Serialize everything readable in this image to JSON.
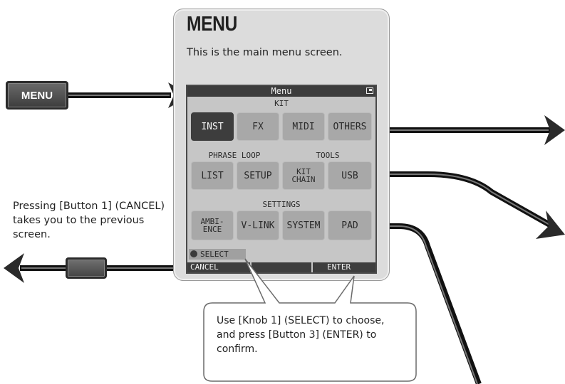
{
  "callout": {
    "title": "MENU",
    "description": "This is the main menu screen."
  },
  "hardware": {
    "menu_button_label": "MENU"
  },
  "screen": {
    "title": "Menu",
    "kit": {
      "label": "KIT",
      "buttons": [
        "INST",
        "FX",
        "MIDI",
        "OTHERS"
      ],
      "selected": "INST"
    },
    "phrase_loop": {
      "label": "PHRASE LOOP",
      "buttons": [
        "LIST",
        "SETUP"
      ]
    },
    "tools": {
      "label": "TOOLS",
      "buttons": [
        "KIT\nCHAIN",
        "USB"
      ]
    },
    "settings": {
      "label": "SETTINGS",
      "buttons": [
        "AMBI-\nENCE",
        "V-LINK",
        "SYSTEM",
        "PAD"
      ]
    },
    "select_indicator": "SELECT",
    "softkeys": {
      "cancel": "CANCEL",
      "enter": "ENTER"
    }
  },
  "notes": {
    "cancel_note": "Pressing [Button 1] (CANCEL) takes you to the previous screen.",
    "select_note": "Use [Knob 1] (SELECT) to choose, and press [Button 3] (ENTER) to confirm."
  },
  "colors": {
    "panel": "#dcdcdc",
    "lcd": "#c6c6c6",
    "lcd_dark": "#3d3d3d",
    "lcd_button": "#a8a8a8",
    "arrow": "#2a2a2a"
  }
}
